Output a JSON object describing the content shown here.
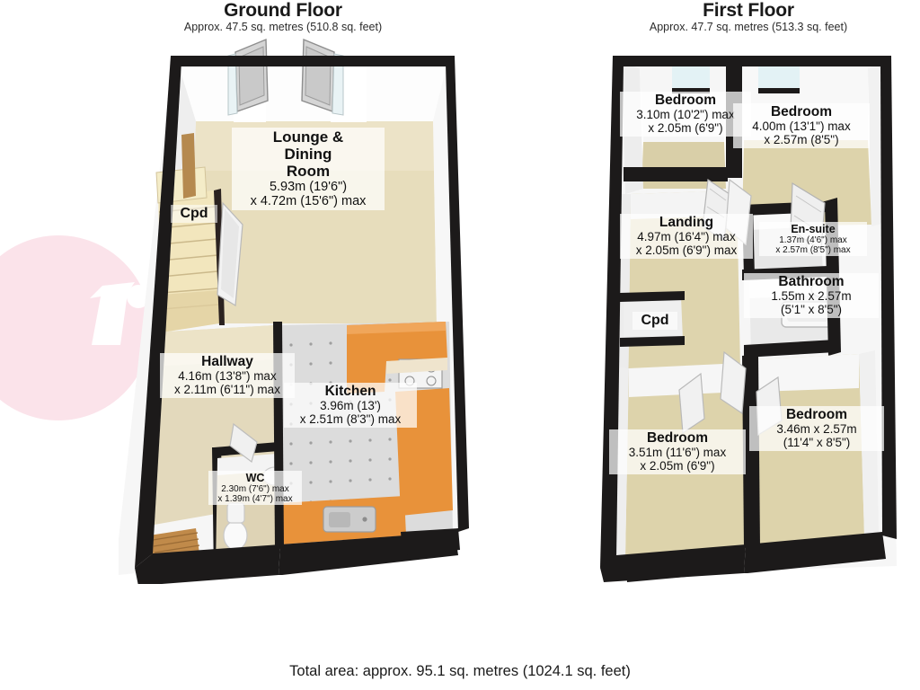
{
  "document": {
    "total_area": "Total area: approx. 95.1 sq. metres (1024.1 sq. feet)"
  },
  "watermark": {
    "logo_text": "r",
    "circle_color": "#fbe3ea",
    "glyph_color": "#ffffff"
  },
  "floors": [
    {
      "id": "ground",
      "title": "Ground Floor",
      "subtitle": "Approx. 47.5 sq. metres (510.8 sq. feet)",
      "rooms": [
        {
          "id": "lounge-dining",
          "name": "Lounge & Dining Room",
          "name_lines": [
            "Lounge &",
            "Dining",
            "Room"
          ],
          "dim_lines": [
            "5.93m (19'6\")",
            "x 4.72m (15'6\") max"
          ]
        },
        {
          "id": "cpd-ground",
          "name": "Cpd",
          "name_lines": [
            "Cpd"
          ],
          "dim_lines": []
        },
        {
          "id": "hallway",
          "name": "Hallway",
          "name_lines": [
            "Hallway"
          ],
          "dim_lines": [
            "4.16m (13'8\") max",
            "x 2.11m (6'11\") max"
          ]
        },
        {
          "id": "kitchen",
          "name": "Kitchen",
          "name_lines": [
            "Kitchen"
          ],
          "dim_lines": [
            "3.96m (13')",
            "x 2.51m (8'3\") max"
          ]
        },
        {
          "id": "wc",
          "name": "WC",
          "name_lines": [
            "WC"
          ],
          "dim_lines": [
            "2.30m (7'6\") max",
            "x 1.39m (4'7\") max"
          ]
        }
      ]
    },
    {
      "id": "first",
      "title": "First Floor",
      "subtitle": "Approx. 47.7 sq. metres (513.3 sq. feet)",
      "rooms": [
        {
          "id": "bedroom-front-left",
          "name": "Bedroom",
          "name_lines": [
            "Bedroom"
          ],
          "dim_lines": [
            "3.10m (10'2\") max",
            "x 2.05m (6'9\")"
          ]
        },
        {
          "id": "bedroom-front-right",
          "name": "Bedroom",
          "name_lines": [
            "Bedroom"
          ],
          "dim_lines": [
            "4.00m (13'1\") max",
            "x 2.57m (8'5\")"
          ]
        },
        {
          "id": "landing",
          "name": "Landing",
          "name_lines": [
            "Landing"
          ],
          "dim_lines": [
            "4.97m (16'4\") max",
            "x 2.05m (6'9\") max"
          ]
        },
        {
          "id": "en-suite",
          "name": "En-suite",
          "name_lines": [
            "En-suite"
          ],
          "dim_lines": [
            "1.37m (4'6\") max",
            "x 2.57m (8'5\") max"
          ]
        },
        {
          "id": "bathroom",
          "name": "Bathroom",
          "name_lines": [
            "Bathroom"
          ],
          "dim_lines": [
            "1.55m x 2.57m",
            "(5'1\" x 8'5\")"
          ]
        },
        {
          "id": "cpd-first",
          "name": "Cpd",
          "name_lines": [
            "Cpd"
          ],
          "dim_lines": []
        },
        {
          "id": "bedroom-rear-left",
          "name": "Bedroom",
          "name_lines": [
            "Bedroom"
          ],
          "dim_lines": [
            "3.51m (11'6\") max",
            "x 2.05m (6'9\")"
          ]
        },
        {
          "id": "bedroom-rear-right",
          "name": "Bedroom",
          "name_lines": [
            "Bedroom"
          ],
          "dim_lines": [
            "3.46m x 2.57m",
            "(11'4\" x 8'5\")"
          ]
        }
      ]
    }
  ],
  "colors": {
    "wall_dark": "#1c1a1a",
    "wall_light": "#f2f2f2",
    "floor_carpet": "#e7ddbc",
    "floor_carpet_dark": "#d8cba4",
    "floor_tile": "#d8d8d8",
    "counter_orange": "#e8923a",
    "stairs": "#f2e6bd",
    "text": "#111111"
  }
}
